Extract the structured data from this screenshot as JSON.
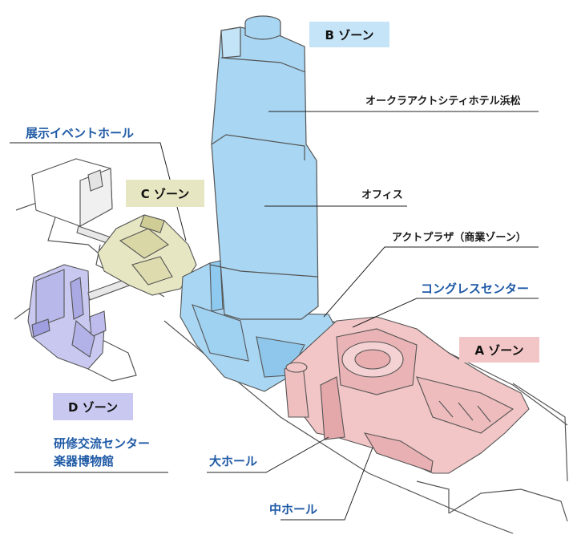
{
  "zones": {
    "b": "B ゾーン",
    "c": "C ゾーン",
    "a": "A ゾーン",
    "d": "D ゾーン"
  },
  "labels": {
    "hotel": "オークラアクトシティホテル浜松",
    "office": "オフィス",
    "act_plaza": "アクトプラザ（商業ゾーン）",
    "congress": "コングレスセンター",
    "exhibition": "展示イベントホール",
    "training_line1": "研修交流センター",
    "training_line2": "楽器博物館",
    "big_hall": "大ホール",
    "mid_hall": "中ホール"
  },
  "colors": {
    "zone_a": "#f2c5c6",
    "zone_b": "#c6e4f7",
    "zone_c": "#e7e6c2",
    "zone_d": "#c9c8f0",
    "label_blue": "#1f5aa6"
  }
}
